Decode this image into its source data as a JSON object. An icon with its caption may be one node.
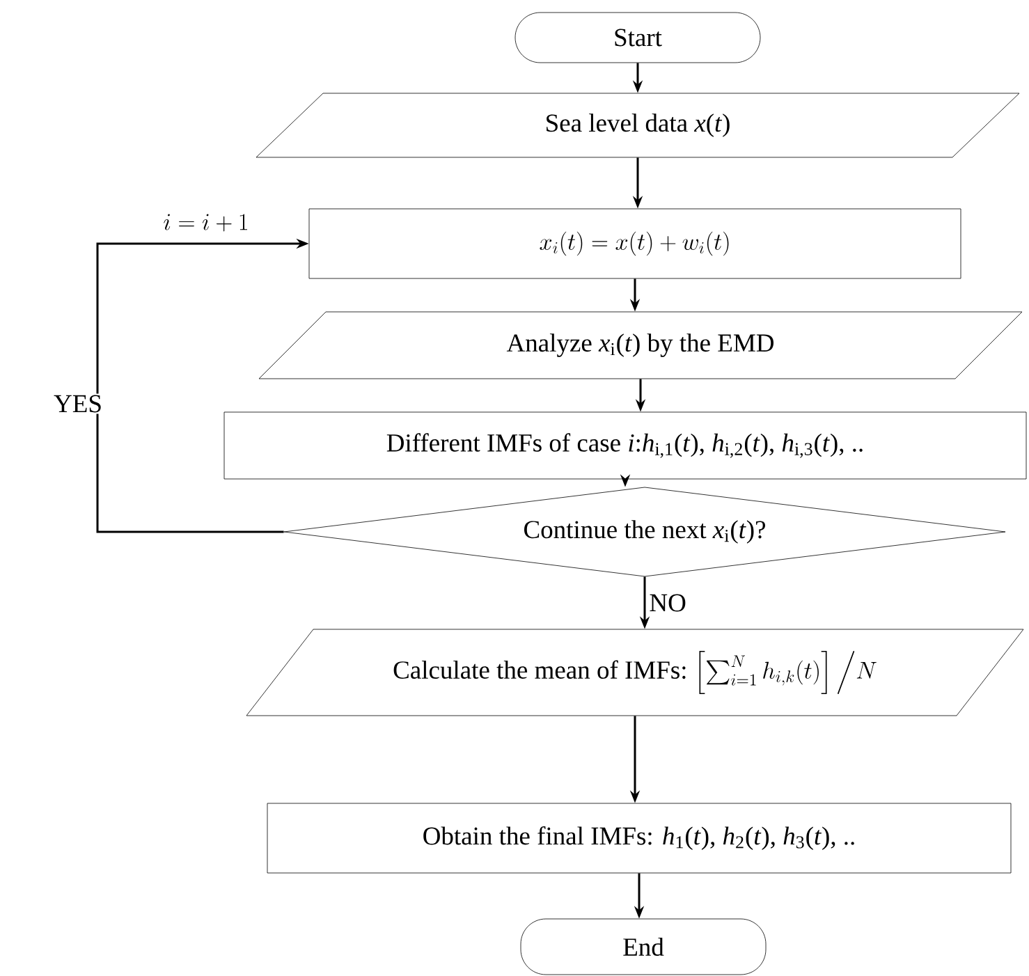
{
  "diagram": {
    "nodes": [
      {
        "text": [
          "Start"
        ]
      },
      {
        "text": [
          "Sea level data *x*(*t*)"
        ]
      },
      {
        "text": [
          "x_i(t) = x(t) + w_i(t)"
        ]
      },
      {
        "text": [
          "Analyze *x*$_{i}$(*t*) by the EMD"
        ]
      },
      {
        "text": [
          "Different IMFs of case *i*:*h*$_{i,1}$(*t*), *h*$_{i,2}$(*t*), *h*$_{i,3}$(*t*), .."
        ]
      },
      {
        "text": [
          "Continue the next *x*$_{i}$(*t*)?"
        ]
      },
      {
        "text": [
          "Calculate the mean of IMFs:",
          "\\left[\\sum_{i=1}^{N} h_{i,k}(t)\\right]\\Big/N"
        ]
      },
      {
        "text": [
          "Obtain the final IMFs: *h*$_{1}$(*t*), *h*$_{2}$(*t*), *h*$_{3}$(*t*), .."
        ]
      },
      {
        "text": [
          "End"
        ]
      }
    ],
    "edges": [
      {
        "from": 0,
        "to": 1,
        "arrow": "to"
      },
      {
        "from": 1,
        "to": 2,
        "arrow": "to"
      },
      {
        "from": 2,
        "to": 3,
        "arrow": "to"
      },
      {
        "from": 3,
        "to": 4,
        "arrow": "to"
      },
      {
        "from": 4,
        "to": 5,
        "arrow": "to"
      },
      {
        "from": 5,
        "to": 6,
        "label": "NO",
        "arrow": "to"
      },
      {
        "from": 6,
        "to": 7,
        "arrow": "to"
      },
      {
        "from": 7,
        "to": 8,
        "arrow": "to"
      },
      {
        "from": 5,
        "to": 2,
        "label": "YES",
        "arrow": "to"
      }
    ],
    "labels": [
      "i = i + 1"
    ]
  }
}
